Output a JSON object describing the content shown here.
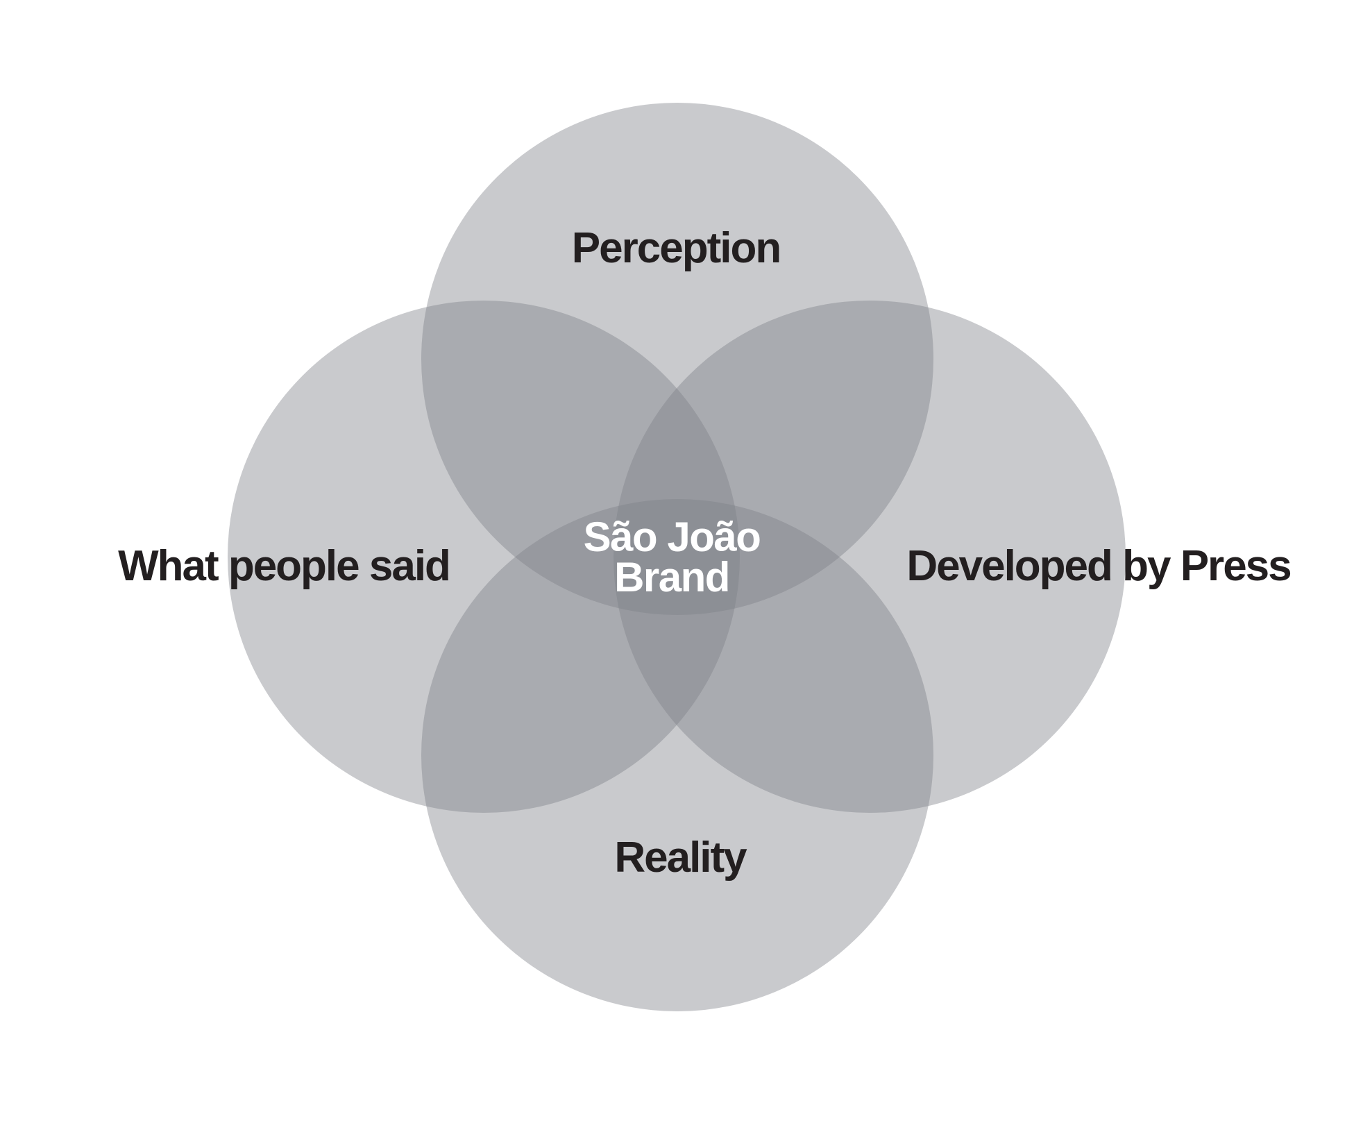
{
  "diagram": {
    "circles": [
      {
        "label": "Perception"
      },
      {
        "label": "What people said"
      },
      {
        "label": "Developed by Press"
      },
      {
        "label": "Reality"
      }
    ],
    "center": {
      "line1": "São João",
      "line2": "Brand"
    }
  },
  "colors": {
    "circle_fill": "#7e8087",
    "label_text": "#231f20",
    "center_text": "#ffffff",
    "background": "#ffffff"
  }
}
